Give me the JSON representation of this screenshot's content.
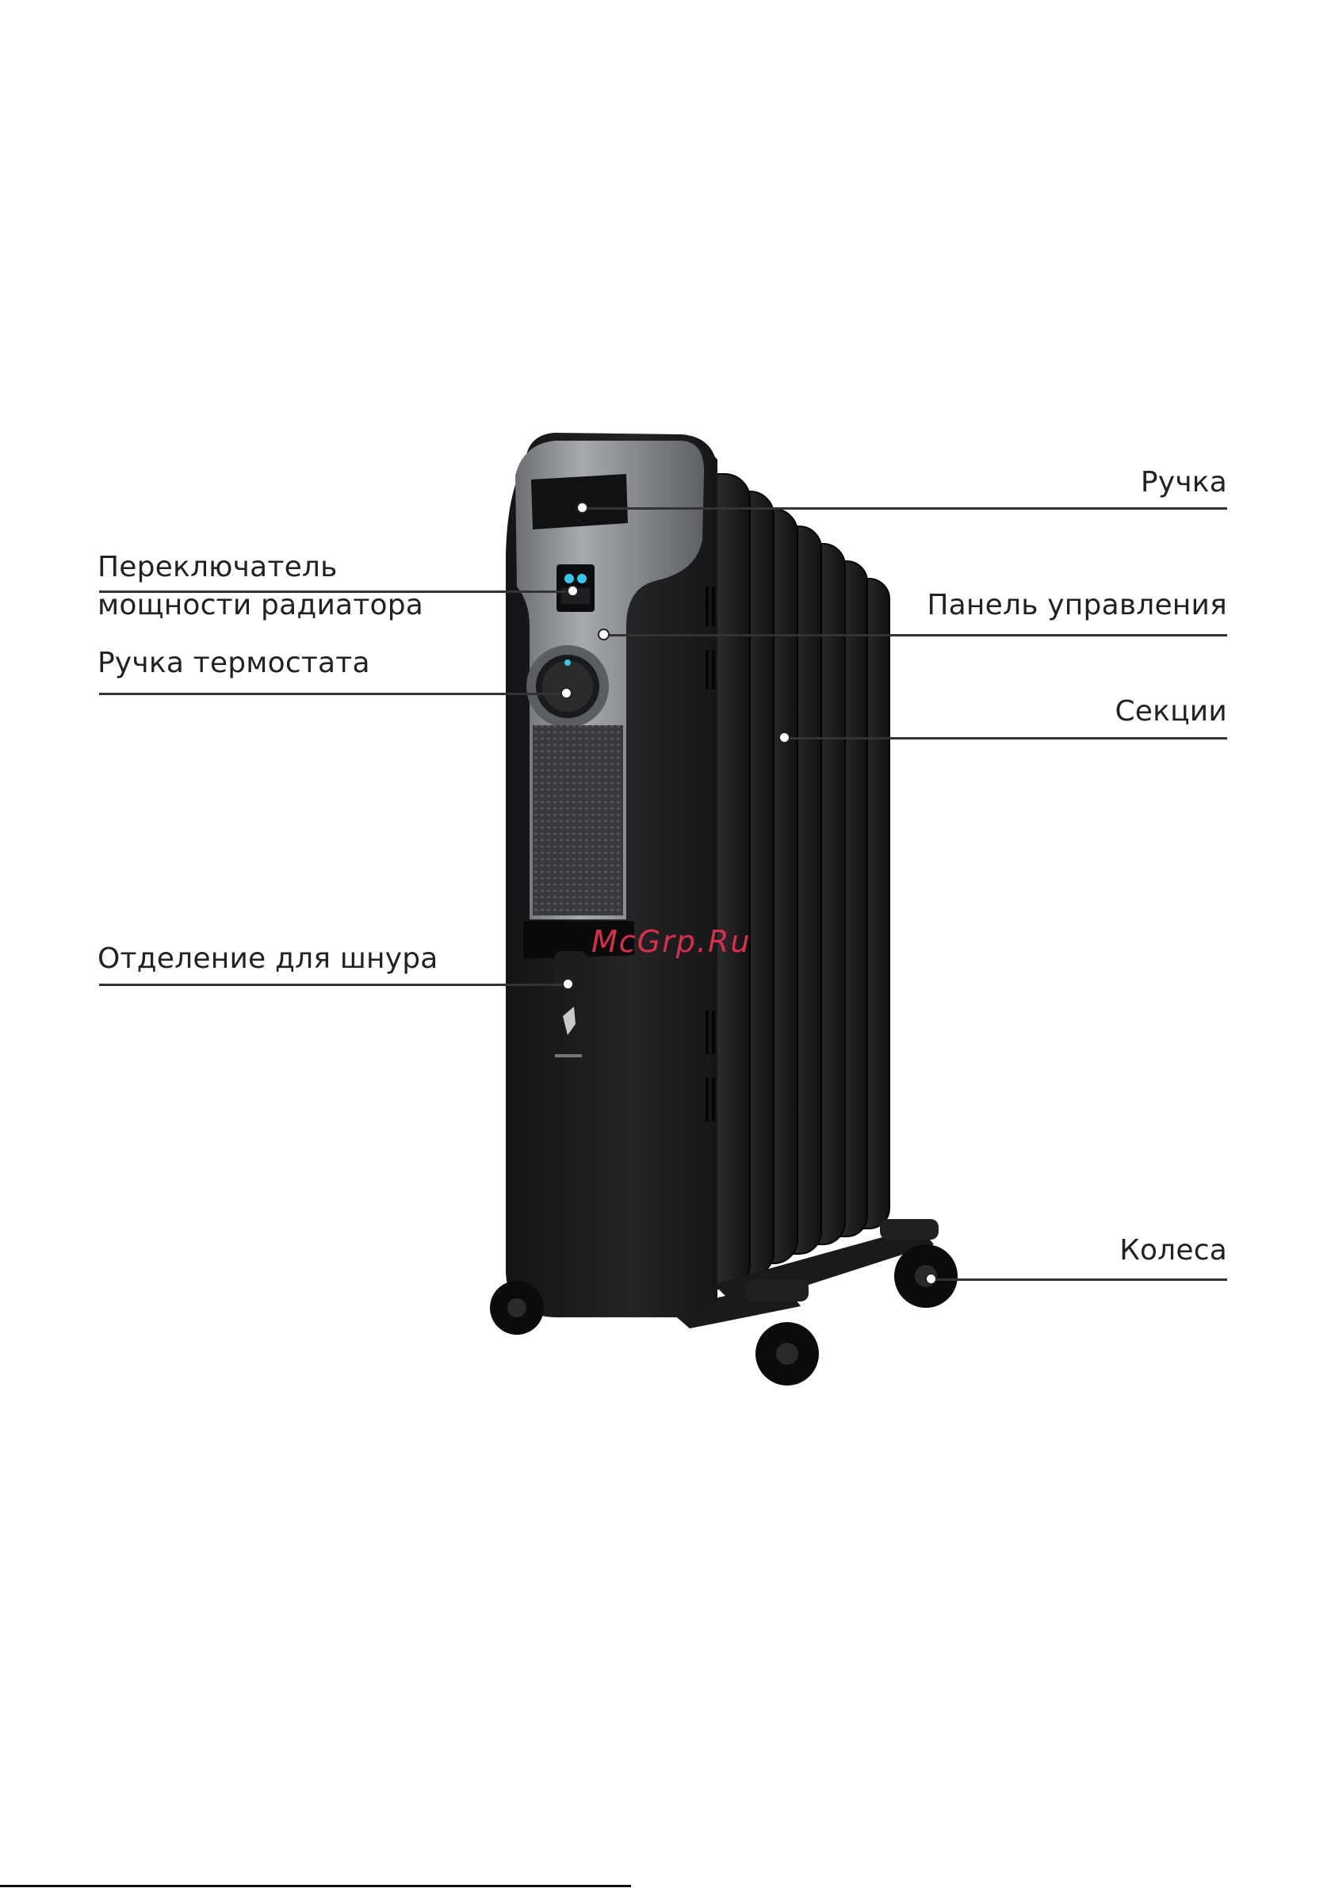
{
  "labels": {
    "handle": "Ручка",
    "power_switch_line1": "Переключатель",
    "power_switch_line2": "мощности радиатора",
    "control_panel": "Панель управления",
    "thermostat_knob": "Ручка термостата",
    "sections": "Секции",
    "cord_storage": "Отделение для шнура",
    "wheels": "Колеса"
  },
  "watermark": "McGrp.Ru",
  "colors": {
    "body": "#1b1b1d",
    "panel_silver": "#8d9094",
    "accent_cyan": "#38c6e8",
    "watermark": "#d9304a"
  }
}
